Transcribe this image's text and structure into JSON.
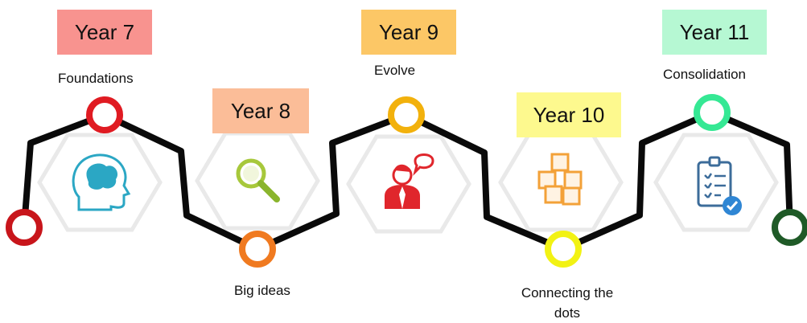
{
  "stages": [
    {
      "year": "Year 7",
      "label": "Foundations",
      "badge_color": "#f8938f",
      "node_color": "#e01b22",
      "icon": "brain-head-icon"
    },
    {
      "year": "Year 8",
      "label": "Big ideas",
      "badge_color": "#fbbd98",
      "node_color": "#f07a20",
      "icon": "magnifier-icon"
    },
    {
      "year": "Year 9",
      "label": "Evolve",
      "badge_color": "#fcc766",
      "node_color": "#f2b10c",
      "icon": "speaker-person-icon"
    },
    {
      "year": "Year 10",
      "label": "Connecting the dots",
      "badge_color": "#fdf98e",
      "node_color": "#f2f213",
      "icon": "boxes-icon"
    },
    {
      "year": "Year 11",
      "label": "Consolidation",
      "badge_color": "#b6f8d3",
      "node_color": "#35e894",
      "icon": "clipboard-check-icon"
    }
  ],
  "start_node_color": "#c8151b",
  "end_node_color": "#1f5a27",
  "path_color": "#0a0a0a"
}
